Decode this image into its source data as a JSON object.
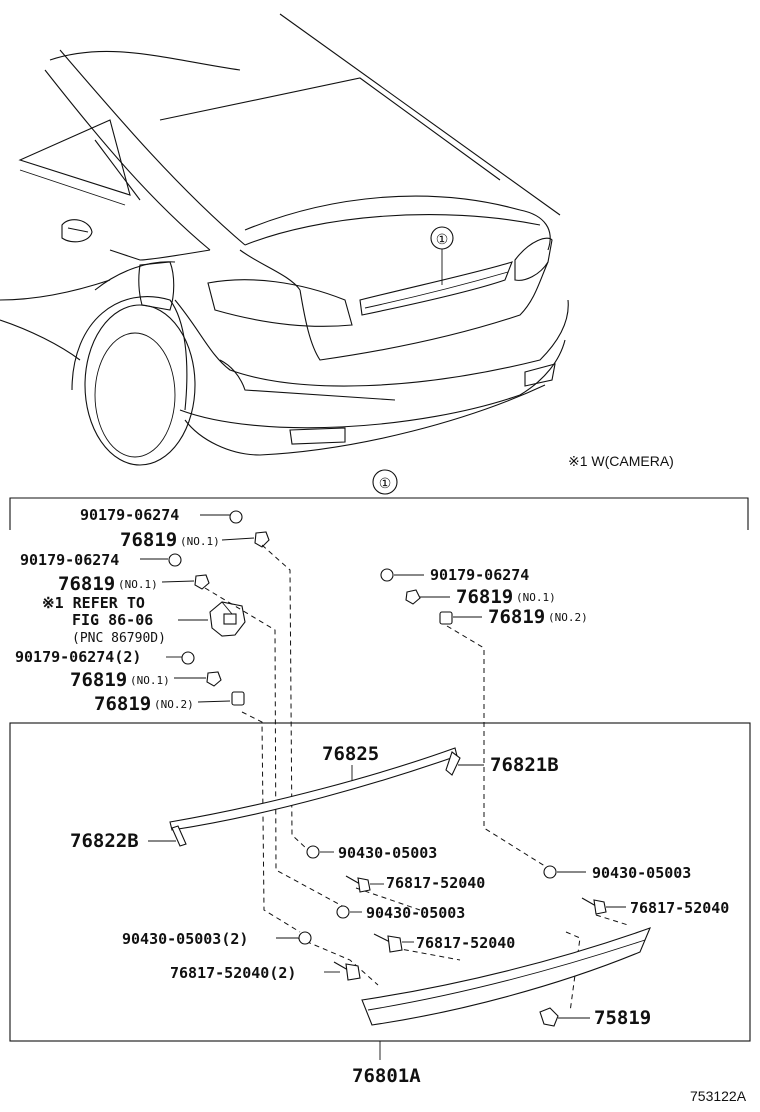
{
  "callout_marker": "①",
  "callout_marker_header": "①",
  "camera_note": "※1 W(CAMERA)",
  "diagram_id": "753122A",
  "refer_note": {
    "line1": "※1 REFER TO",
    "line2": "FIG 86-06",
    "line3": "(PNC 86790D)"
  },
  "upper_left_parts": [
    {
      "number": "90179-06274",
      "suffix": ""
    },
    {
      "number": "76819",
      "suffix": "(NO.1)"
    },
    {
      "number": "90179-06274",
      "suffix": ""
    },
    {
      "number": "76819",
      "suffix": "(NO.1)"
    },
    {
      "number": "90179-06274(2)",
      "suffix": ""
    },
    {
      "number": "76819",
      "suffix": "(NO.1)"
    },
    {
      "number": "76819",
      "suffix": "(NO.2)"
    }
  ],
  "upper_right_parts": [
    {
      "number": "90179-06274",
      "suffix": ""
    },
    {
      "number": "76819",
      "suffix": "(NO.1)"
    },
    {
      "number": "76819",
      "suffix": "(NO.2)"
    }
  ],
  "lower_parts": {
    "p76825": "76825",
    "p76821B": "76821B",
    "p76822B": "76822B",
    "nut_a": "90430-05003",
    "bolt_a": "76817-52040",
    "nut_b": "90430-05003",
    "bolt_b": "76817-52040",
    "nut_c": "90430-05003",
    "bolt_c": "76817-52040",
    "nut_left_2": "90430-05003(2)",
    "bolt_left_2": "76817-52040(2)",
    "clip": "75819",
    "assembly": "76801A"
  }
}
